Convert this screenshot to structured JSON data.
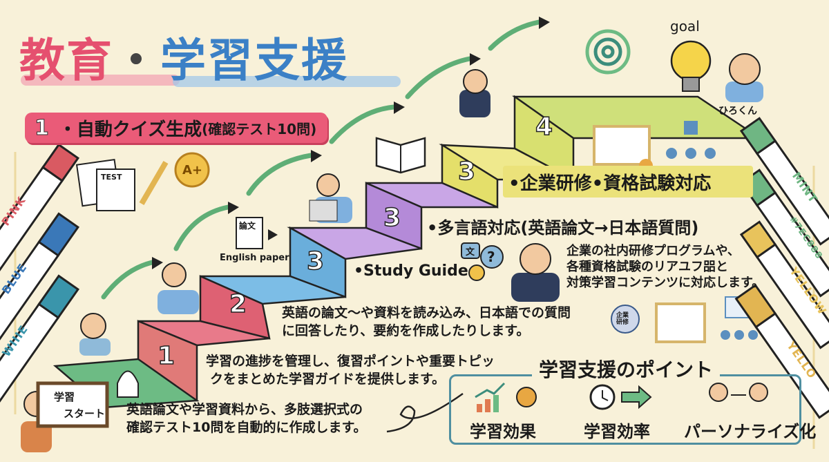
{
  "title": {
    "part1": "教育",
    "dot": "・",
    "part2": "学習支援"
  },
  "banner": {
    "number": "1",
    "text": "・自動クイズ生成",
    "sub": "(確認テスト10問)"
  },
  "steps": [
    "1",
    "2",
    "3",
    "3",
    "3",
    "4"
  ],
  "icons": {
    "test_paper": "TEST",
    "badge": "A+",
    "paper_doc": "論文",
    "paper_caption": "English paper",
    "translate_bubble": "文",
    "question": "?",
    "goal": "goal",
    "start_board": [
      "学習",
      "スタート"
    ],
    "certificate_seal": "企業研修"
  },
  "character_name": "ひろくん",
  "features": {
    "multilang": "•多言語対応(英語論文→日本語質問)",
    "study_guide": "•Study Guide",
    "corporate": "•企業研修•資格試験対応"
  },
  "descriptions": {
    "corporate": [
      "企業の社内研修プログラムや、",
      "各種資格試験のリアユフ㗊と",
      "対策学習コンテンツに対応します。"
    ],
    "multilang": [
      "英語の論文〜や資料を読み込み、日本語での質問",
      "に回答したり、要約を作成したりします。"
    ],
    "study_guide": [
      "学習の進捗を管理し、復習ポイントや重要トピッ",
      "クをまとめた学習ガイドを提供します。"
    ],
    "quiz": [
      "英語論文や学習資料から、多肢選択式の",
      "確認テスト10問を自動的に作成します。"
    ]
  },
  "points": {
    "title": "学習支援のポイント",
    "items": [
      {
        "label": "学習効果",
        "icon": "growth-chart-icon"
      },
      {
        "label": "学習効率",
        "icon": "clock-icon"
      },
      {
        "label": "パーソナライズ化",
        "icon": "people-exchange-icon"
      }
    ]
  },
  "markers_left": [
    {
      "label": "PINK",
      "color": "#d95a62"
    },
    {
      "label": "BLUE",
      "color": "#3a78b8"
    },
    {
      "label": "WIIIE",
      "color": "#3a95ab"
    }
  ],
  "markers_right": [
    {
      "label": "MINT",
      "color": "#6fb683"
    },
    {
      "label": "#7EC888",
      "color": "#6fb683"
    },
    {
      "label": "YELLOW",
      "color": "#e8c35c"
    },
    {
      "label": "YELLO",
      "color": "#e2b552"
    }
  ],
  "colors": {
    "background": "#f8f1d9",
    "pink": "#e5506f",
    "blue": "#3b80c6",
    "green_step": "#6dbb84",
    "red_step": "#de6173",
    "blue_step": "#6aaedb",
    "purple_step": "#b48ad8",
    "yellow_step": "#e4df6a",
    "arrow": "#5fae76"
  }
}
